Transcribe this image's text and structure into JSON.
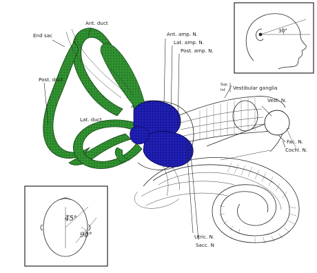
{
  "labels": {
    "ant_duct": "Ant. duct",
    "end_sac": "End sac",
    "post_duct": "Post. duct",
    "lat_duct": "Lat. duct",
    "ant_amp_n": "Ant. amp. N.",
    "lat_amp_n": "Lat. amp. N.",
    "post_amp_n": "Post. amp. N.",
    "vestibular_ganglia": "Vestibular ganglia",
    "sup": "Sup.",
    "inf": "Inf.",
    "vest_n": "Vest. N.",
    "fac_n": "Fac. N.",
    "cochl_n": "Cochl. N.",
    "utric_n": "Utric. N.",
    "sacc_n": "Sacc. N"
  },
  "angles": {
    "head_tilt": "30°",
    "skull_45": "45°",
    "skull_90": "90°"
  },
  "colors": {
    "semicircular_canals": "#2a8a2a",
    "ampullae_utricle_saccule": "#1a1aa8",
    "ink": "#222222"
  }
}
